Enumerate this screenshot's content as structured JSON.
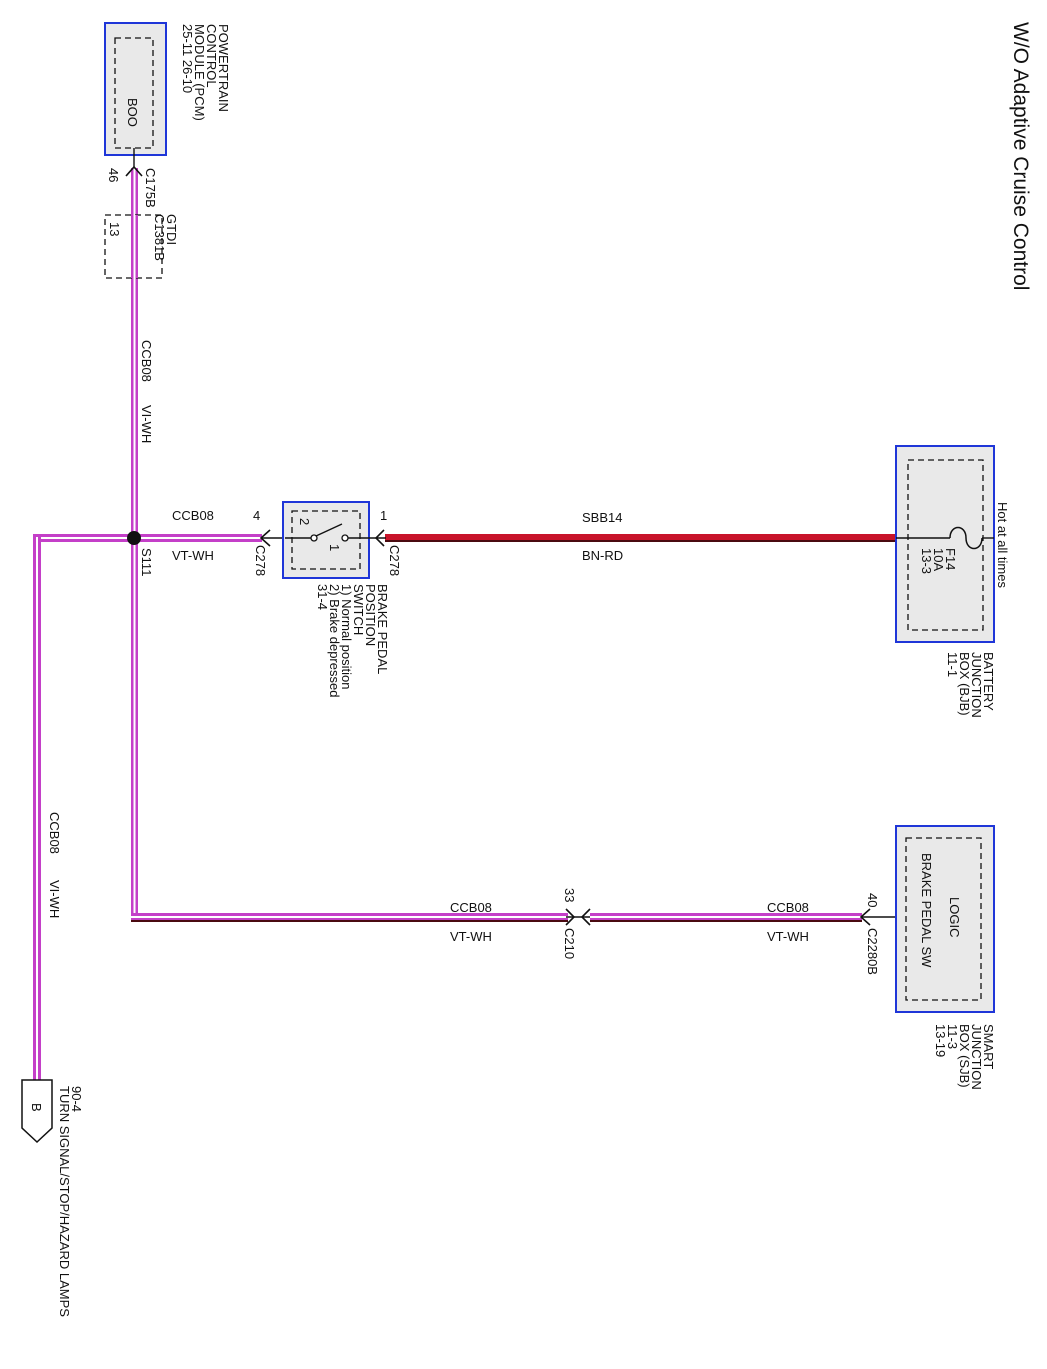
{
  "title": "W/O Adaptive Cruise Control",
  "colors": {
    "module_border": "#1f36d8",
    "module_fill": "#e9e9e9",
    "wire_vt_wh_outer": "#c43fc8",
    "wire_vt_wh_inner": "#ffffff",
    "wire_bn_rd": "#c8142a",
    "wire_dark": "#4a0a10",
    "ink": "#111111"
  },
  "pcm": {
    "name_lines": [
      "POWERTRAIN",
      "CONTROL",
      "MODULE (PCM)",
      "25-11  26-10"
    ],
    "pin_label": "BOO",
    "connector": "C175B",
    "pin": "46"
  },
  "inline_connector": {
    "variant": "GTDI",
    "connector": "C1381B",
    "pin": "13"
  },
  "wires": {
    "ccb08": "CCB08",
    "vt_wh": "VT-WH",
    "vi_wh": "VI-WH",
    "sbb14": "SBB14",
    "bn_rd": "BN-RD"
  },
  "splice": "S111",
  "brake_switch": {
    "name_lines": [
      "BRAKE PEDAL",
      "POSITION",
      "SWITCH",
      "1) Normal position",
      "2) Brake depressed",
      "31-4"
    ],
    "pin_out": "4",
    "pin_in": "1",
    "connector_out": "C278",
    "connector_in": "C278",
    "contact_1": "1",
    "contact_2": "2"
  },
  "bjb": {
    "hot_label": "Hot at all times",
    "fuse_lines": [
      "F14",
      "10A",
      "13-3"
    ],
    "name_lines": [
      "BATTERY",
      "JUNCTION",
      "BOX (BJB)",
      "11-1"
    ]
  },
  "sjb": {
    "logic_label": "LOGIC",
    "input_label": "BRAKE PEDAL SW",
    "connector": "C2280B",
    "pin": "40",
    "name_lines": [
      "SMART",
      "JUNCTION",
      "BOX (SJB)",
      "11-3",
      "13-19"
    ]
  },
  "inline_c210": {
    "connector": "C210",
    "pin": "33"
  },
  "destination": {
    "letter": "B",
    "ref": "90-4",
    "name": "TURN SIGNAL/STOP/HAZARD LAMPS"
  }
}
